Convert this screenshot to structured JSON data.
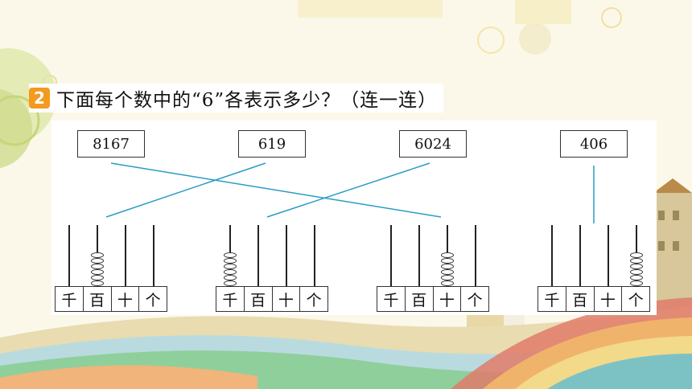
{
  "question": {
    "number": "2",
    "text": "下面每个数中的“6”各表示多少？（连一连）"
  },
  "numbers": [
    "8167",
    "619",
    "6024",
    "406"
  ],
  "place_labels": [
    "千",
    "百",
    "十",
    "个"
  ],
  "abacuses": [
    {
      "beads": [
        0,
        6,
        0,
        0
      ]
    },
    {
      "beads": [
        6,
        0,
        0,
        0
      ]
    },
    {
      "beads": [
        0,
        0,
        6,
        0
      ]
    },
    {
      "beads": [
        0,
        0,
        0,
        6
      ]
    }
  ],
  "connections": [
    {
      "number": "8167",
      "abacus": 3
    },
    {
      "number": "619",
      "abacus": 1
    },
    {
      "number": "6024",
      "abacus": 2
    },
    {
      "number": "406",
      "abacus": 4
    }
  ],
  "colors": {
    "accent": "#f39a1f",
    "line": "#2a9cc6"
  }
}
